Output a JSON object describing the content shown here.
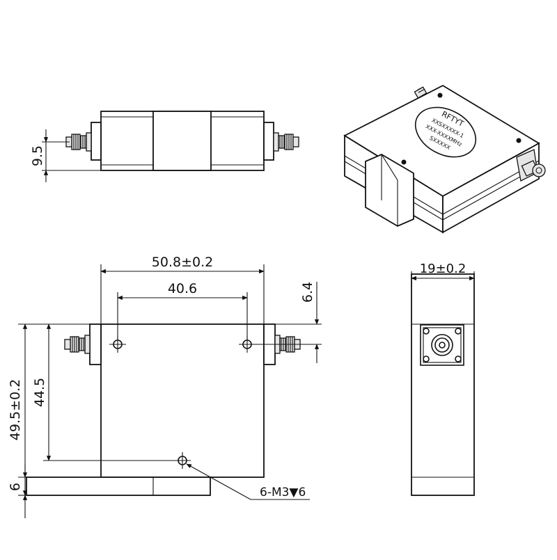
{
  "dimensions": {
    "side_height": "9.5",
    "width_overall": "50.8±0.2",
    "hole_spacing_x": "40.6",
    "hole_offset_top": "6.4",
    "height_overall": "49.5±0.2",
    "hole_spacing_y": "44.5",
    "base_offset": "6",
    "thread_note": "6-M3▼6",
    "depth_overall": "19±0.2"
  },
  "label_marking": {
    "logo": "RFTYT",
    "line1": "XXSXXXXX-1",
    "line2": "XXX-XXXXMHz",
    "line3": "SXXXXX"
  },
  "colors": {
    "line": "#111111",
    "background": "#ffffff",
    "connector_fill": "#e6e6e6"
  }
}
